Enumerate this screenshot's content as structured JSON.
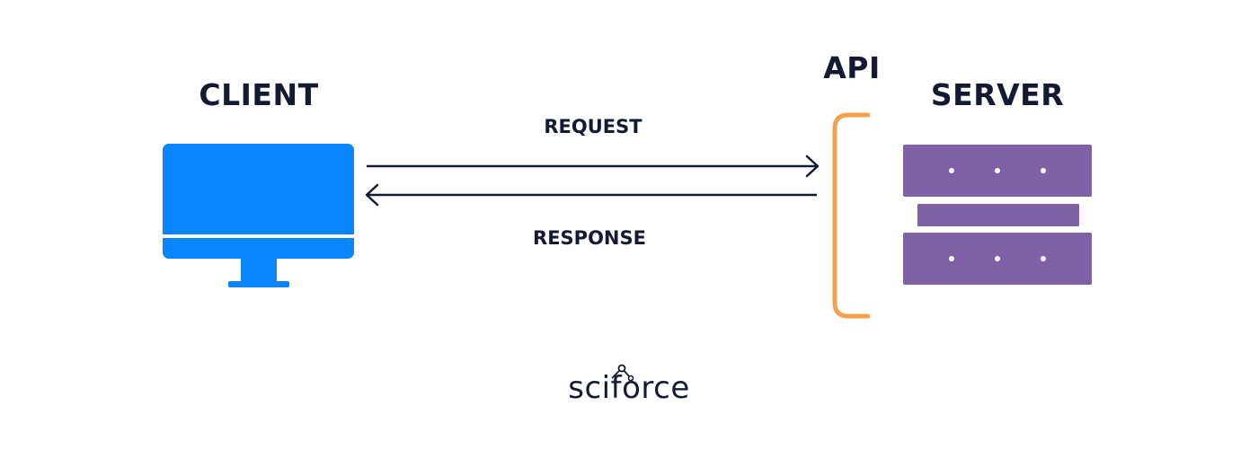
{
  "diagram": {
    "client": {
      "title": "CLIENT"
    },
    "server": {
      "title": "SERVER"
    },
    "api": {
      "title": "API"
    },
    "request": {
      "label": "REQUEST"
    },
    "response": {
      "label": "RESPONSE"
    },
    "brand": {
      "logo_text": "sciforce"
    }
  },
  "colors": {
    "client_monitor": "#0a84ff",
    "server_racks": "#8061a8",
    "api_bracket": "#f7a04a",
    "arrows": "#151a33",
    "text": "#151a33"
  },
  "icons": {
    "client": "desktop-monitor-icon",
    "server": "server-rack-icon",
    "api": "bracket-icon",
    "request": "arrow-right-icon",
    "response": "arrow-left-icon"
  }
}
